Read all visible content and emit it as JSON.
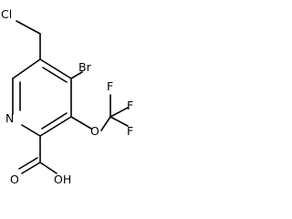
{
  "molecule": {
    "atoms": {
      "cl": "Cl",
      "br": "Br",
      "n": "N",
      "o_ether": "O",
      "f_top": "F",
      "f_right_upper": "F",
      "f_right_lower": "F",
      "o_carbonyl": "O",
      "oh": "OH"
    }
  }
}
